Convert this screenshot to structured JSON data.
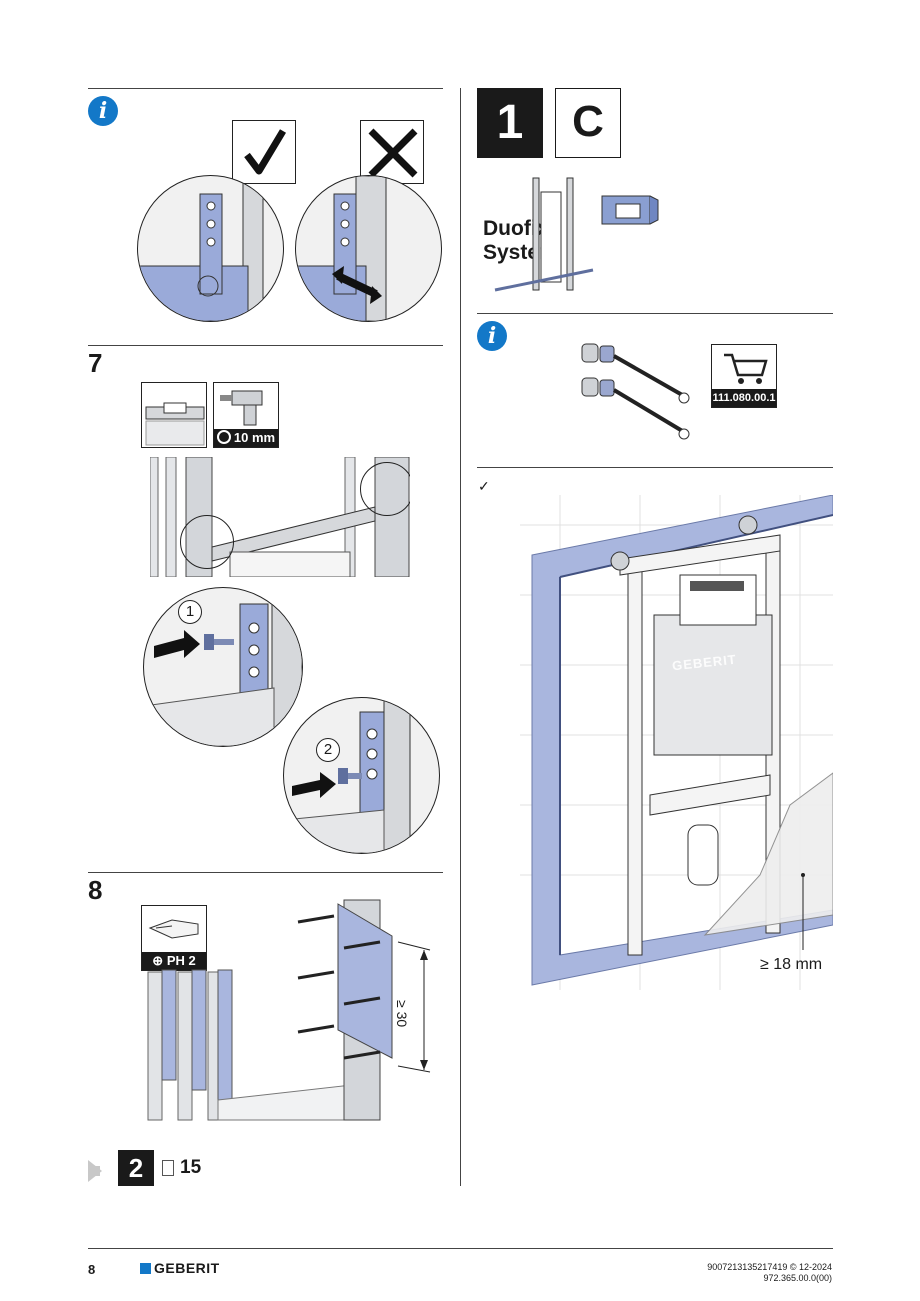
{
  "left_panel": {
    "info_icon": "i",
    "step7": {
      "number": "7",
      "drill_label": "10 mm",
      "markers": [
        "1",
        "2"
      ]
    },
    "step8": {
      "number": "8",
      "screwdriver_label": "PH 2",
      "dimension_label": "≥ 30"
    },
    "next": {
      "step": "2",
      "page": "15"
    }
  },
  "right_panel": {
    "step_badge": "1",
    "variant_badge": "C",
    "product_title_line1": "Duofix",
    "product_title_line2": "System",
    "info_icon": "i",
    "article_number": "111.080.00.1",
    "check_mark": "✓",
    "logo_on_frame": "GEBERIT",
    "dimension_label": "≥ 18 mm"
  },
  "footer": {
    "page_number": "8",
    "brand": "GEBERIT",
    "doc_id": "9007213135217419 © 12-2024",
    "doc_number": "972.365.00.0(00)"
  },
  "colors": {
    "accent_blue": "#1378c8",
    "wall_blue": "#a9b6de",
    "frame_grey": "#cfd2d6"
  }
}
